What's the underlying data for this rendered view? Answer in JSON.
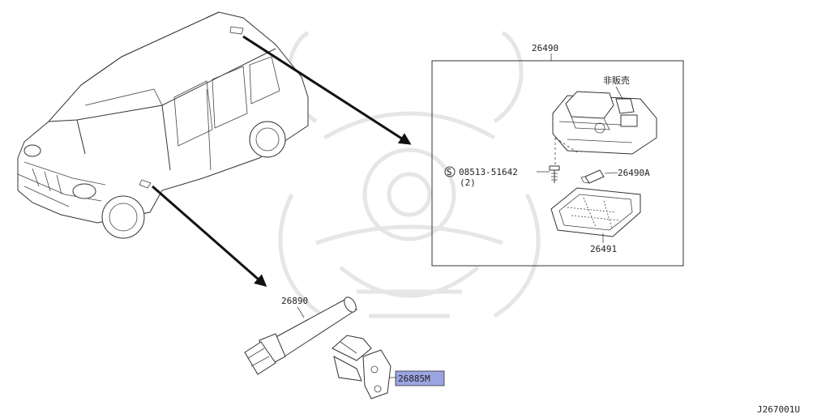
{
  "parts": {
    "p26490": "26490",
    "p_not_sold": "非販売",
    "p08513": "08513-51642",
    "p08513_qty": "(2)",
    "p08513_symbol": "S",
    "p26490A": "26490A",
    "p26491": "26491",
    "p26890": "26890",
    "p26885M": "26885M"
  },
  "diagram_id": "J267001U",
  "colors": {
    "highlight": "#9aa4e0",
    "watermark": "#e6e6e6"
  }
}
